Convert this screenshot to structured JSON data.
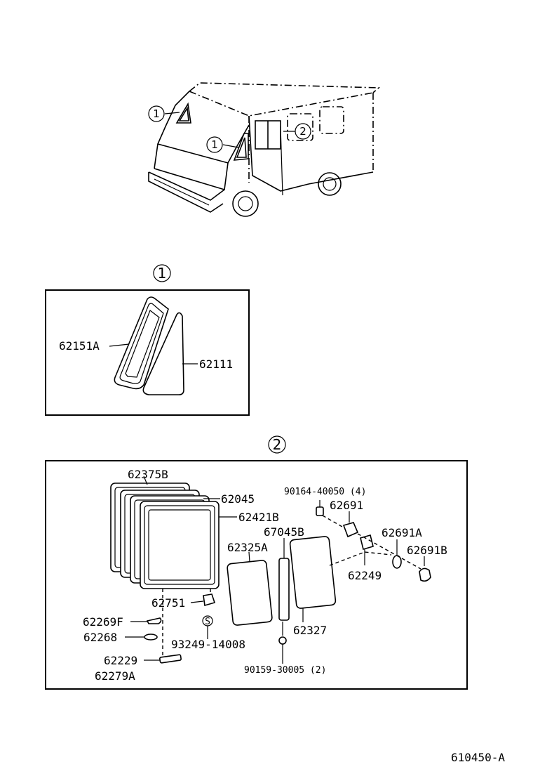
{
  "callouts": {
    "one": "1",
    "two": "2"
  },
  "section1": {
    "heading": "1",
    "labels": {
      "p62151A": "62151A",
      "p62111": "62111"
    }
  },
  "section2": {
    "heading": "2",
    "labels": {
      "p62375B": "62375B",
      "p62045": "62045",
      "p62421B": "62421B",
      "p67045B": "67045B",
      "p62325A": "62325A",
      "p90164": "90164-40050 (4)",
      "p62691": "62691",
      "p62691A": "62691A",
      "p62691B": "62691B",
      "p62249": "62249",
      "p62327": "62327",
      "p62751": "62751",
      "s_mark": "S",
      "p62269F": "62269F",
      "p62268": "62268",
      "p93249": "93249-14008",
      "p62229": "62229",
      "p62279A": "62279A",
      "p90159": "90159-30005 (2)"
    }
  },
  "diagram_code": "610450-A"
}
